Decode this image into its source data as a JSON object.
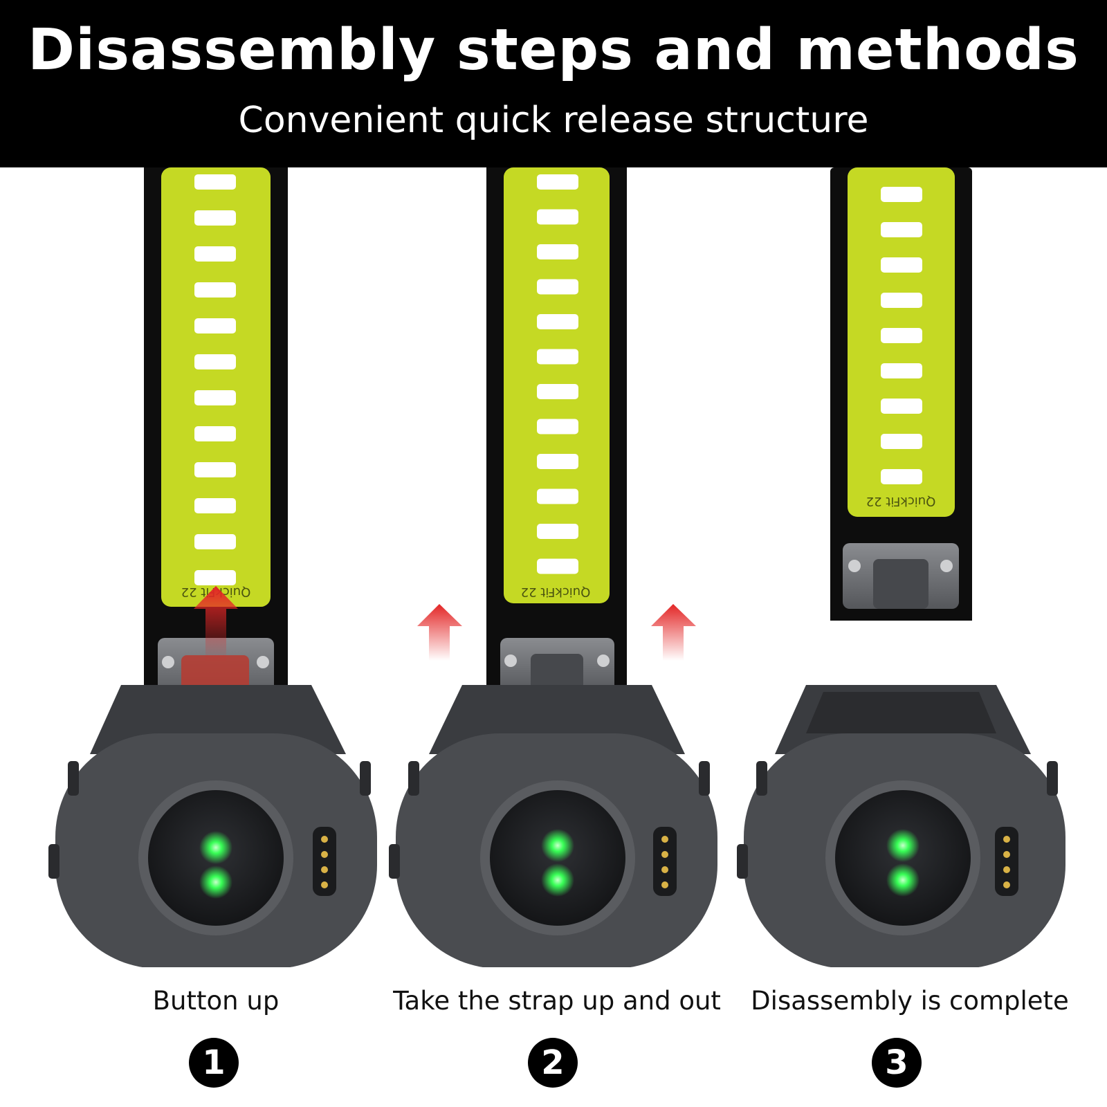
{
  "banner": {
    "title": "Disassembly steps and methods",
    "subtitle": "Convenient quick release structure"
  },
  "steps": [
    {
      "label": "Button up",
      "number": "1"
    },
    {
      "label": "Take the strap up and out",
      "number": "2"
    },
    {
      "label": "Disassembly is complete",
      "number": "3"
    }
  ],
  "strap_marking": "QuickFit 22",
  "colors": {
    "banner_bg": "#000000",
    "strap_accent": "#c5d924",
    "strap_frame": "#0d0d0d",
    "watch_body": "#4a4c50",
    "arrow": "#e32626",
    "sensor_light": "#38ff56"
  },
  "icons": [
    "up-arrow-icon",
    "number-badge-icon",
    "screw-icon"
  ]
}
